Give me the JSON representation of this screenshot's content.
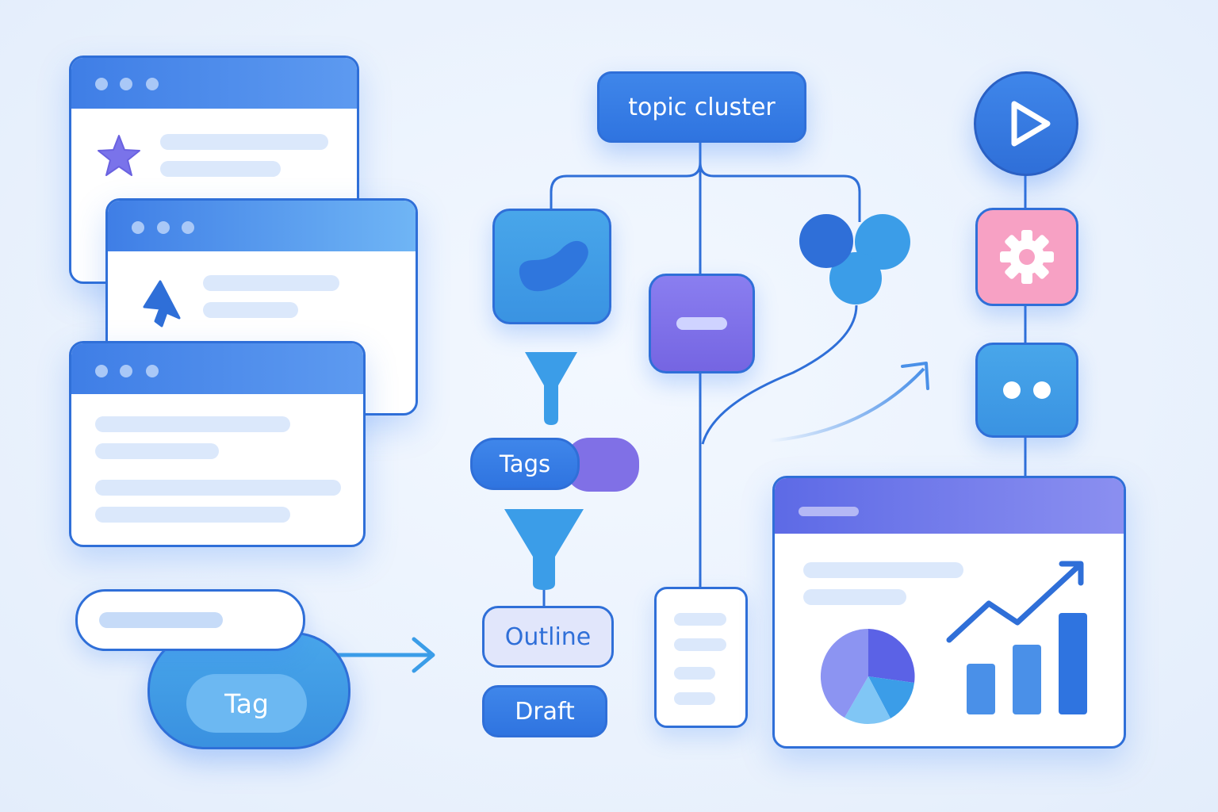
{
  "labels": {
    "topic_cluster": "topic cluster",
    "tags": "Tags",
    "tag": "Tag",
    "outline": "Outline",
    "draft": "Draft"
  },
  "icons": {
    "window1": "star-icon",
    "window2": "cursor-arrow-icon",
    "play": "play-icon",
    "gear": "gear-icon",
    "dots": "two-dots-icon",
    "funnel": "funnel-icon"
  },
  "colors": {
    "accent": "#2f6fd8",
    "tile_blue": "#3b9de8",
    "tile_purple": "#8070e6",
    "tile_pink": "#f7a1c4",
    "background": "#eef5fe"
  }
}
